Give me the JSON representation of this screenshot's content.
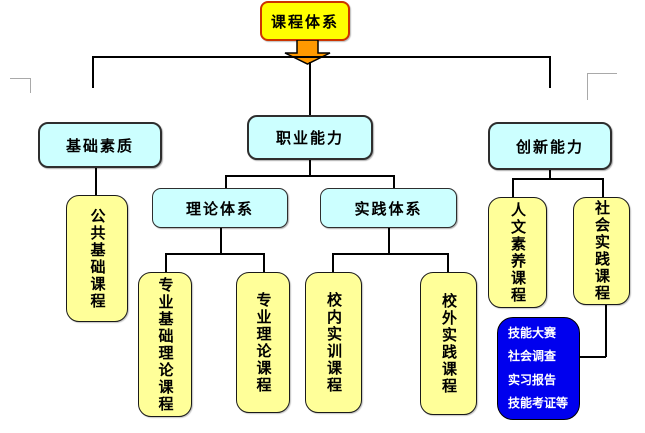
{
  "diagram": {
    "title": "课程体系",
    "root": {
      "label": "课程体系"
    },
    "level1": [
      {
        "id": "basic-quality",
        "label": "基础素质"
      },
      {
        "id": "vocational-ability",
        "label": "职业能力"
      },
      {
        "id": "innovation-ability",
        "label": "创新能力"
      }
    ],
    "level2": [
      {
        "id": "theory-system",
        "label": "理论体系"
      },
      {
        "id": "practice-system",
        "label": "实践体系"
      }
    ],
    "courses": [
      {
        "id": "public-basic",
        "label": "公共基础课程"
      },
      {
        "id": "major-basic-theory",
        "label": "专业基础理论课程"
      },
      {
        "id": "major-theory",
        "label": "专业理论课程"
      },
      {
        "id": "on-campus-training",
        "label": "校内实训课程"
      },
      {
        "id": "off-campus-practice",
        "label": "校外实践课程"
      },
      {
        "id": "humanities-quality",
        "label": "人文素养课程"
      },
      {
        "id": "social-practice",
        "label": "社会实践课程"
      }
    ],
    "note": {
      "lines": [
        "技能大赛",
        "社会调查",
        "实习报告",
        "技能考证等"
      ]
    },
    "colors": {
      "level_node": "#CCFFFF",
      "course_node": "#FFFF99",
      "root_fill": "#FFFF00",
      "root_border": "#CC3300",
      "arrow": "#FF9900",
      "note_fill": "#0000EE",
      "note_text": "#FFFFFF",
      "line": "#000000"
    }
  }
}
